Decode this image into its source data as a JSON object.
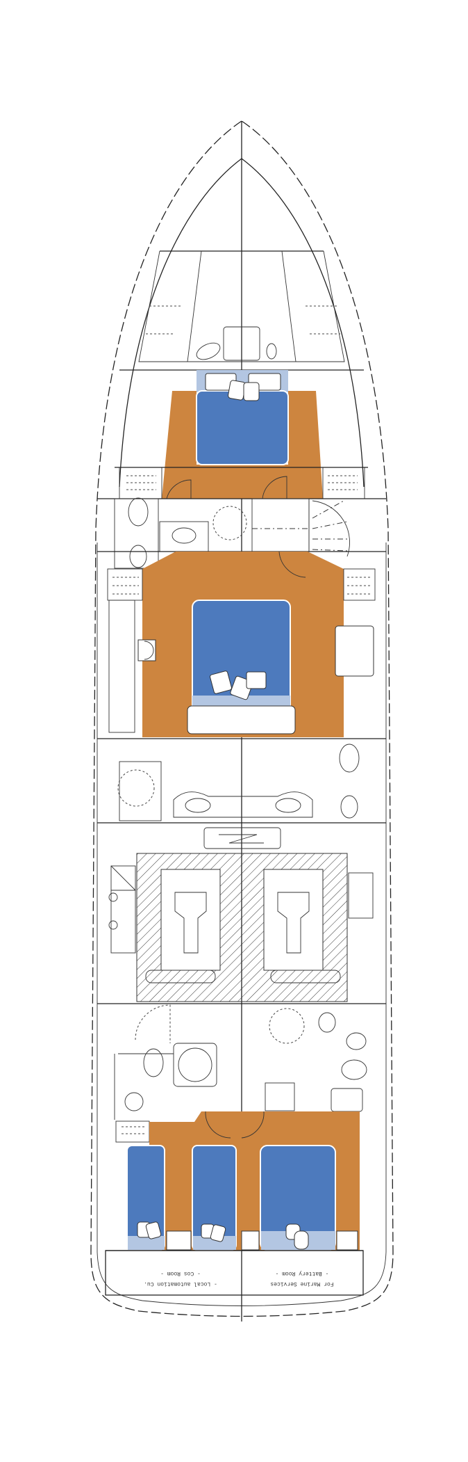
{
  "title": "Yacht lower deck general arrangement",
  "colors": {
    "floor": "#cd853f",
    "bed": "#4d7abd",
    "bed_head": "#b3c6e2",
    "line": "#222222",
    "background": "#ffffff"
  },
  "labels": {
    "left_room": "- Cos Room -",
    "left_sub": "- Local automation Cu.",
    "right_room": "- Battery Room -",
    "right_sub": "For Marine Services"
  }
}
